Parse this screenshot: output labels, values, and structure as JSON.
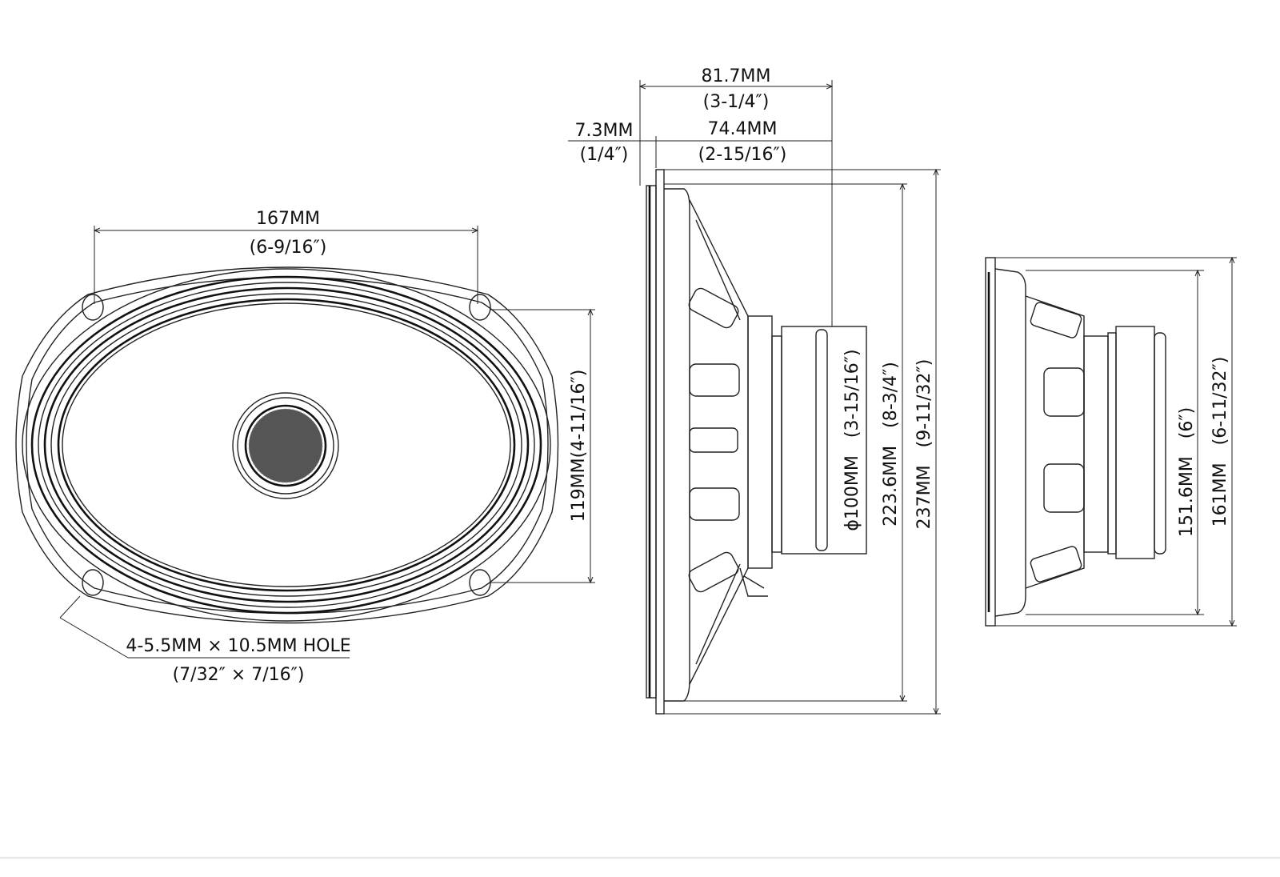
{
  "front_view": {
    "width_mm": "167MM",
    "width_in": "(6-9/16″)",
    "height_label": "119MM(4-11/16″)",
    "hole_mm": "4-5.5MM × 10.5MM HOLE",
    "hole_in": "(7/32″ × 7/16″)"
  },
  "side_view": {
    "depth_total_mm": "81.7MM",
    "depth_total_in": "(3-1/4″)",
    "flange_mm": "7.3MM",
    "flange_in": "(1/4″)",
    "depth_mount_mm": "74.4MM",
    "depth_mount_in": "(2-15/16″)",
    "magnet_label": "ϕ100MM　(3-15/16″)",
    "cutout_label": "223.6MM　(8-3/4″)",
    "overall_label": "237MM　(9-11/32″)"
  },
  "end_view": {
    "cutout_label": "151.6MM　(6″)",
    "overall_label": "161MM　(6-11/32″)"
  }
}
